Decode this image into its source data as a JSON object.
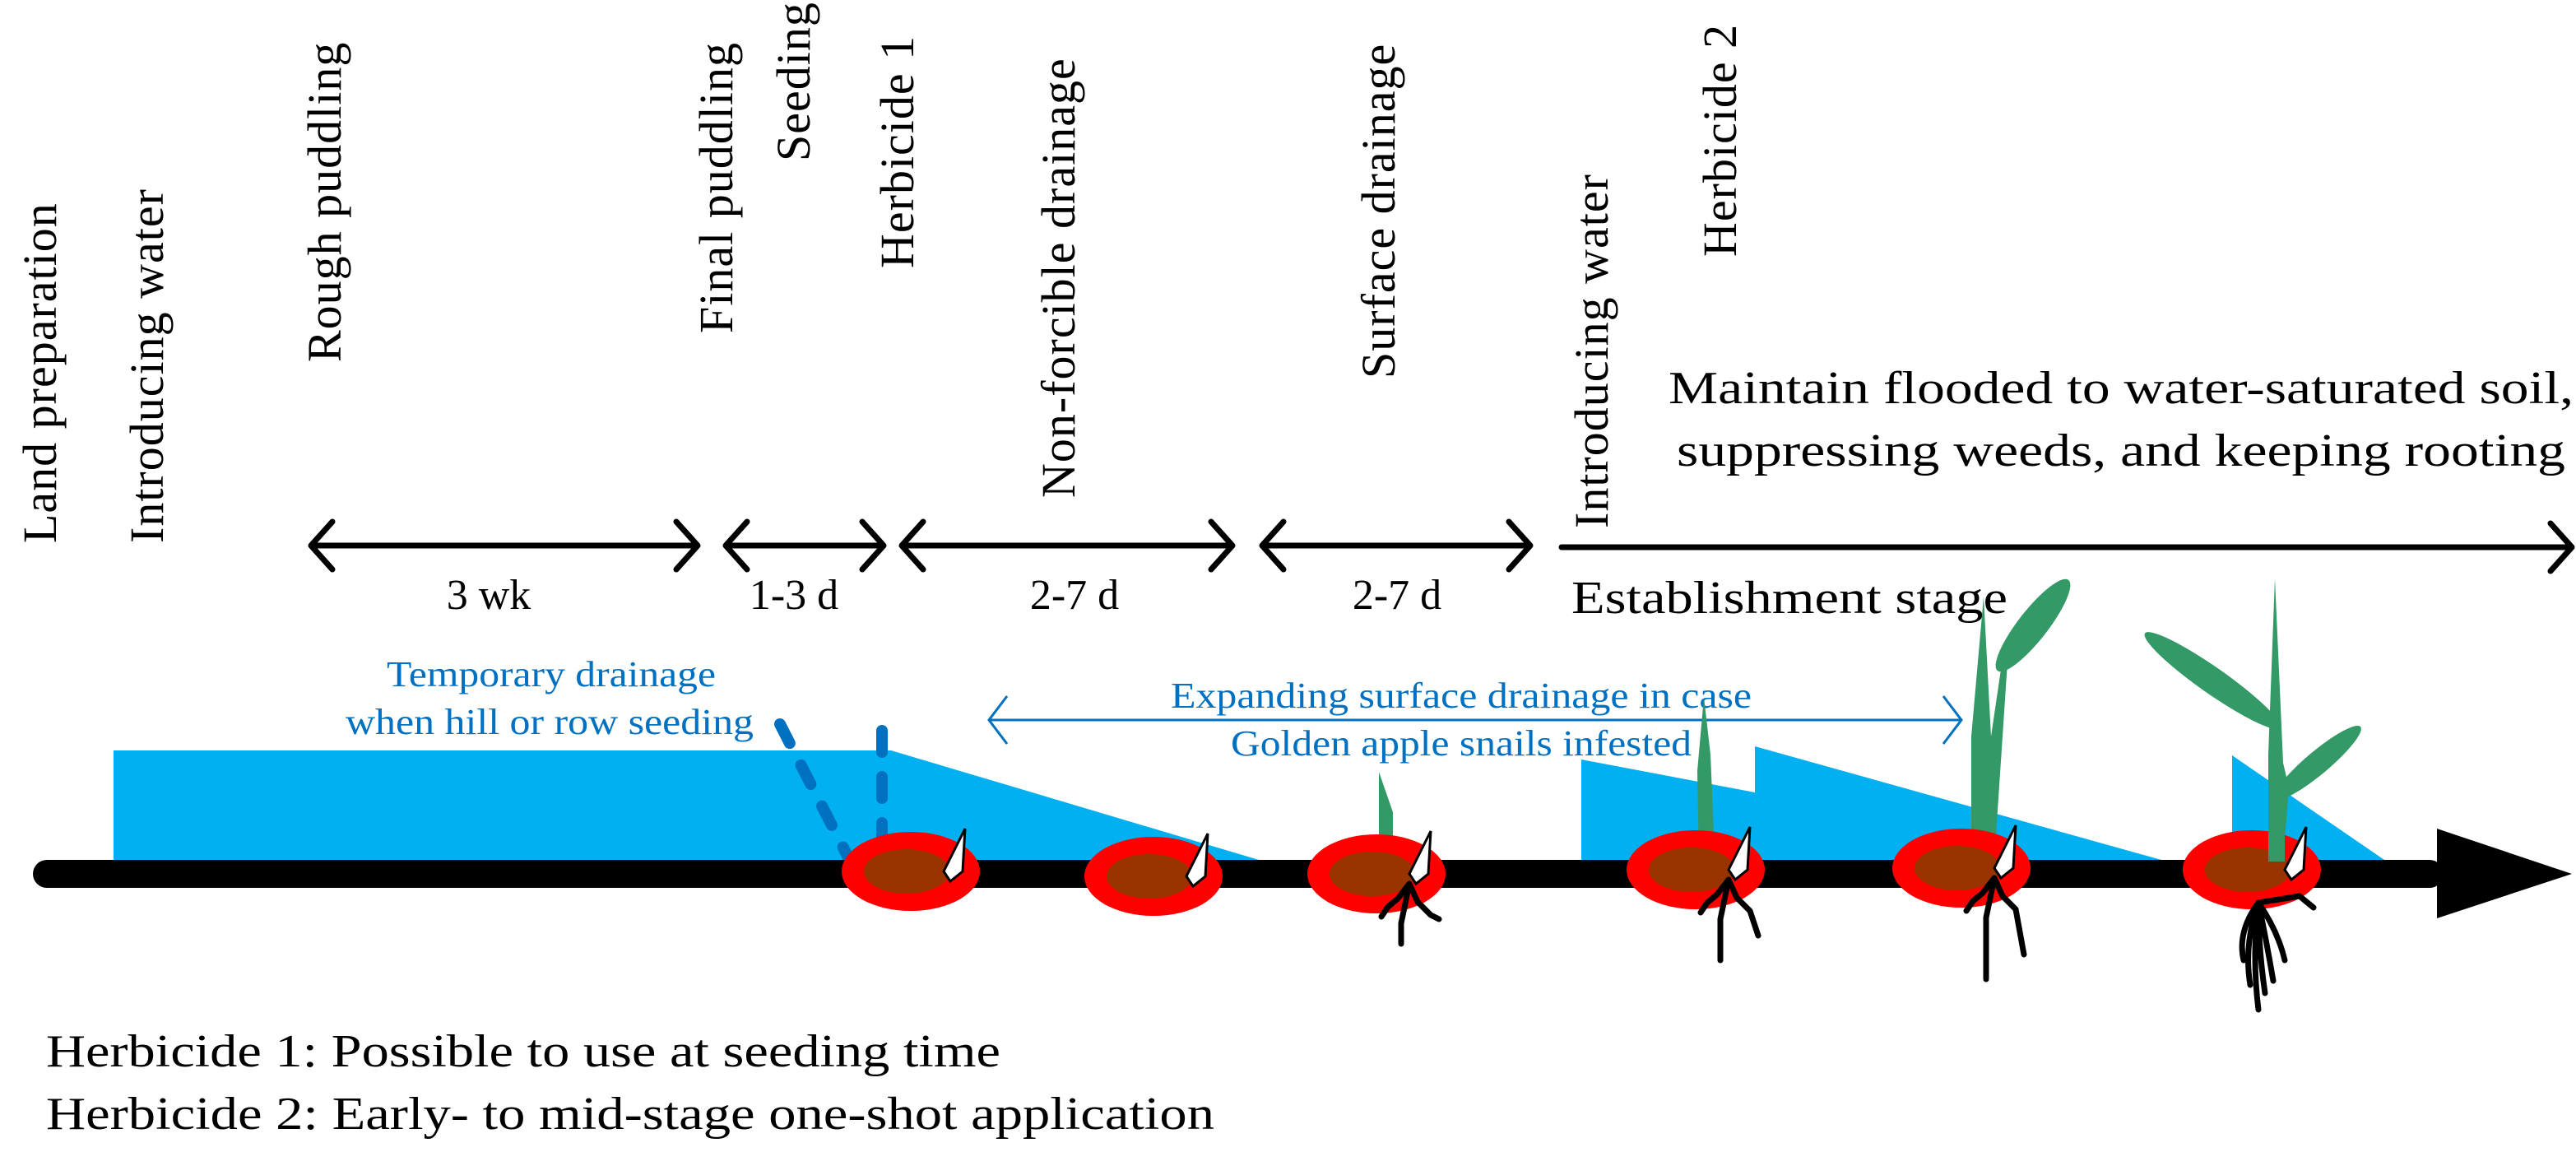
{
  "colors": {
    "water": "#00b0f0",
    "seed_outer": "#ff0000",
    "seed_inner": "#993300",
    "leaf": "#339966",
    "annotation_blue": "#0070c0",
    "timeline": "#000000"
  },
  "operations": [
    {
      "id": "land-preparation",
      "label": "Land preparation"
    },
    {
      "id": "introducing-water-1",
      "label": "Introducing water"
    },
    {
      "id": "rough-puddling",
      "label": "Rough puddling"
    },
    {
      "id": "final-puddling",
      "label": "Final puddling"
    },
    {
      "id": "seeding",
      "label": "Seeding"
    },
    {
      "id": "herbicide-1",
      "label": "Herbicide 1"
    },
    {
      "id": "non-forcible-drainage",
      "label": "Non-forcible drainage"
    },
    {
      "id": "surface-drainage",
      "label": "Surface drainage"
    },
    {
      "id": "introducing-water-2",
      "label": "Introducing water"
    },
    {
      "id": "herbicide-2",
      "label": "Herbicide 2"
    }
  ],
  "durations": [
    {
      "label": "3 wk"
    },
    {
      "label": "1-3 d"
    },
    {
      "label": "2-7 d"
    },
    {
      "label": "2-7 d"
    }
  ],
  "establishment": {
    "note_line1": "Maintain flooded to water-saturated soil,",
    "note_line2": "suppressing weeds, and keeping rooting",
    "stage_label": "Establishment stage"
  },
  "annotations": {
    "temporary_drainage_line1": "Temporary drainage",
    "temporary_drainage_line2": "when hill or row seeding",
    "expanding_line1": "Expanding surface drainage in case",
    "expanding_line2": "Golden apple snails infested"
  },
  "growth_stages": [
    {
      "stage": "seed",
      "sprout": true,
      "shoot": false,
      "roots": "none"
    },
    {
      "stage": "seed",
      "sprout": true,
      "shoot": false,
      "roots": "none"
    },
    {
      "stage": "emergence",
      "sprout": true,
      "shoot": true,
      "roots": "few"
    },
    {
      "stage": "seedling",
      "sprout": true,
      "shoot": true,
      "roots": "few"
    },
    {
      "stage": "one-leaf",
      "sprout": true,
      "shoot": true,
      "roots": "few"
    },
    {
      "stage": "two-leaf",
      "sprout": true,
      "shoot": true,
      "roots": "many"
    }
  ],
  "legend": [
    {
      "text": "Herbicide 1: Possible to use at seeding time"
    },
    {
      "text": "Herbicide 2: Early- to mid-stage one-shot application"
    }
  ]
}
